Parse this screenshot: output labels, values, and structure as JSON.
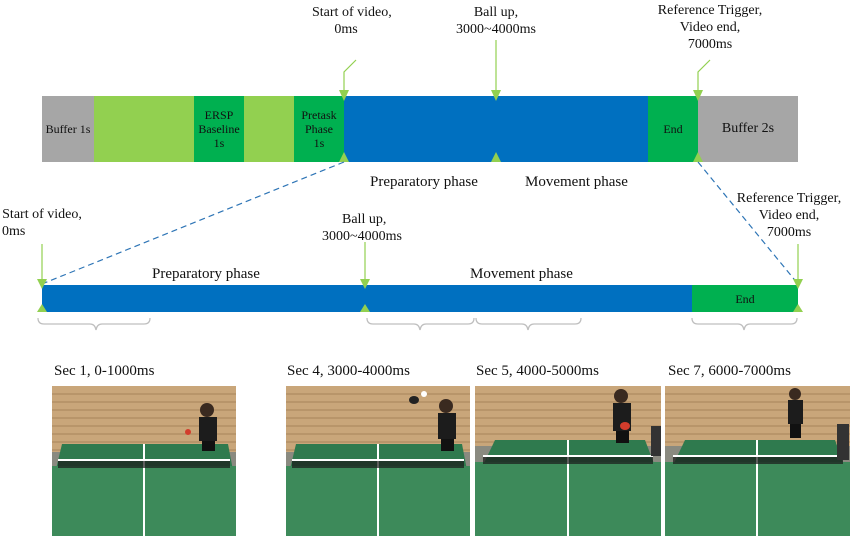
{
  "top_markers": {
    "start": {
      "line1": "Start of video,",
      "line2": "0ms"
    },
    "ball": {
      "line1": "Ball up,",
      "line2": "3000~4000ms"
    },
    "ref": {
      "line1": "Reference Trigger,",
      "line2": "Video end,",
      "line3": "7000ms"
    }
  },
  "top_bar": {
    "buffer1": "Buffer 1s",
    "ersp": {
      "line1": "ERSP",
      "line2": "Baseline",
      "line3": "1s"
    },
    "pretask": {
      "line1": "Pretask",
      "line2": "Phase",
      "line3": "1s"
    },
    "end": "End",
    "buffer2": "Buffer 2s"
  },
  "top_phases": {
    "preparatory": "Preparatory phase",
    "movement": "Movement phase"
  },
  "bottom_markers": {
    "start": {
      "line1": "Start of video,",
      "line2": "0ms"
    },
    "ball": {
      "line1": "Ball up,",
      "line2": "3000~4000ms"
    },
    "ref": {
      "line1": "Reference Trigger,",
      "line2": "Video end,",
      "line3": "7000ms"
    }
  },
  "bottom_phases": {
    "preparatory": "Preparatory phase",
    "movement": "Movement phase"
  },
  "bottom_bar": {
    "end": "End"
  },
  "sections": [
    {
      "label": "Sec 1, 0-1000ms"
    },
    {
      "label": "Sec 4, 3000-4000ms"
    },
    {
      "label": "Sec 5, 4000-5000ms"
    },
    {
      "label": "Sec 7, 6000-7000ms"
    }
  ],
  "colors": {
    "buffer": "#a6a6a6",
    "light_green": "#92d050",
    "green": "#00b050",
    "blue": "#0070c0",
    "dashed": "#2e75b6",
    "bracket": "#bfbfbf"
  }
}
